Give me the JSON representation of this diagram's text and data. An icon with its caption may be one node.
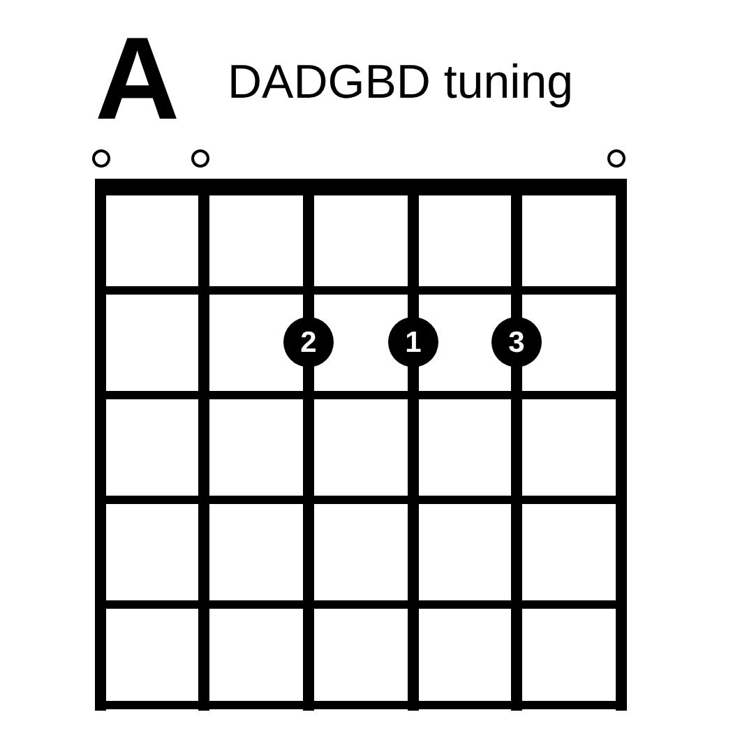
{
  "diagram": {
    "title": "A",
    "nodes": [
      {
        "text": [],
        "shape": "circle"
      },
      {
        "text": [],
        "shape": "circle"
      },
      {
        "text": [],
        "shape": "circle"
      },
      {
        "text": [
          "2"
        ]
      },
      {
        "text": [
          "1"
        ]
      },
      {
        "text": [
          "3"
        ]
      }
    ],
    "labels": [
      "DADGBD tuning"
    ]
  }
}
